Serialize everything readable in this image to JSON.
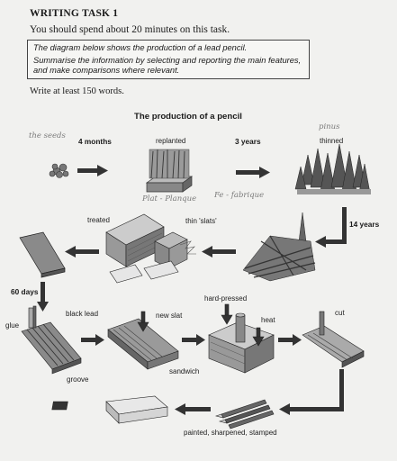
{
  "task": {
    "title": "WRITING TASK 1",
    "instruction": "You should spend about 20 minutes on this task.",
    "prompt_line1": "The diagram below shows the production of a lead pencil.",
    "prompt_line2": "Summarise the information by selecting and reporting the main features, and make comparisons where relevant.",
    "word_count": "Write at least 150 words."
  },
  "diagram": {
    "title": "The production of a pencil",
    "stages": {
      "durations": {
        "four_months": "4 months",
        "three_years": "3 years",
        "fourteen_years": "14 years",
        "sixty_days": "60 days"
      },
      "replanted": "replanted",
      "thinned": "thinned",
      "treated": "treated",
      "slats": "thin 'slats'",
      "glue": "glue",
      "black_lead": "black lead",
      "groove": "groove",
      "new_slat": "new slat",
      "sandwich": "sandwich",
      "hard_pressed": "hard-pressed",
      "heat": "heat",
      "cut": "cut",
      "finish": "painted, sharpened, stamped"
    },
    "handwritten": {
      "seeds": "the seeds",
      "pinus": "pinus",
      "plat": "Plat - Planque",
      "fe": "Fe - fabrique"
    }
  }
}
